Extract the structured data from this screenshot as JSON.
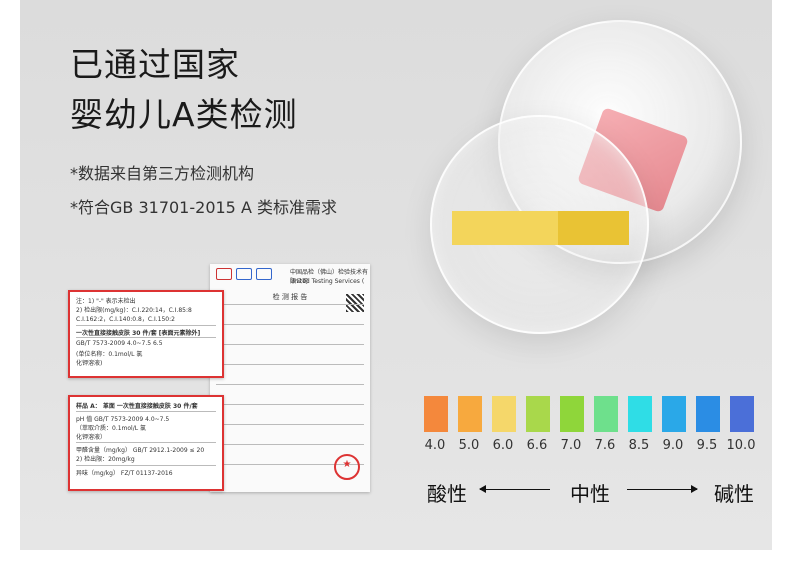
{
  "headline": {
    "line1": "已通过国家",
    "line2": "婴幼儿A类检测"
  },
  "notes": [
    "*数据来自第三方检测机构",
    "*符合GB 31701-2015 A 类标准需求"
  ],
  "document": {
    "org": "中国品检（佛山）检验技术有限公司",
    "org_en": "United Testing Services (Foshan) Co.,Ltd.",
    "title": "检 测 报 告",
    "red1_rows": [
      "注：1) \"-\" 表示未检出",
      "2) 检出限(mg/kg)：C.I.220:14，C.I.85:8",
      "C.I.162:2，C.I.140:0.8，C.I.150:2",
      "一次性直接接触皮肤 30 件/套  [表面元素除外]",
      "GB/T 7573-2009   4.0~7.5     6.5",
      "(单位名称：0.1mol/L 氯",
      "化钾溶液)"
    ],
    "red2_rows": [
      "样品 A：  革面    一次性直接接触皮肤 30 件/套",
      "pH 值        GB/T 7573-2009    4.0~7.5",
      "             （萃取介质：0.1mol/L 氯",
      "              化钾溶液）",
      "甲醛含量（mg/kg） GB/T 2912.1-2009   ≤ 20",
      "             2) 检出限：20mg/kg",
      "异味（mg/kg）    FZ/T 01137-2016"
    ],
    "stamp": "★"
  },
  "ph_scale": {
    "swatches": [
      {
        "value": "4.0",
        "color": "#f4883c"
      },
      {
        "value": "5.0",
        "color": "#f7a93e"
      },
      {
        "value": "6.0",
        "color": "#f5d76a"
      },
      {
        "value": "6.6",
        "color": "#a9d84b"
      },
      {
        "value": "7.0",
        "color": "#8fd63a"
      },
      {
        "value": "7.6",
        "color": "#6ee08c"
      },
      {
        "value": "8.5",
        "color": "#2fdde6"
      },
      {
        "value": "9.0",
        "color": "#2aa8e8"
      },
      {
        "value": "9.5",
        "color": "#2b8de4"
      },
      {
        "value": "10.0",
        "color": "#4b6fd8"
      }
    ],
    "acid_label": "酸性",
    "neutral_label": "中性",
    "alkali_label": "碱性"
  }
}
